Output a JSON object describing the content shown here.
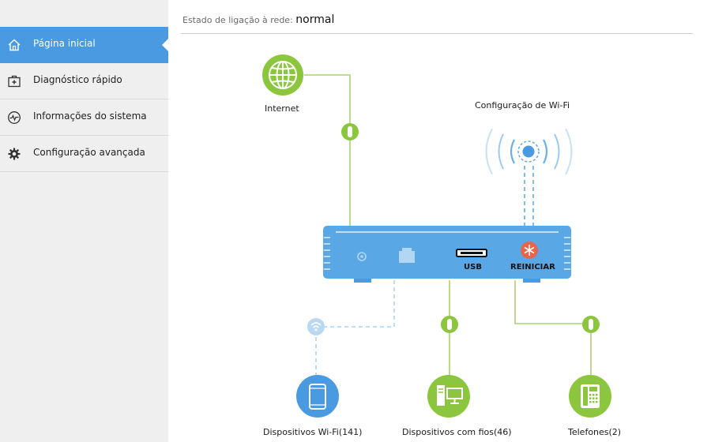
{
  "sidebar": {
    "items": [
      {
        "label": "Página inicial",
        "icon": "home-icon",
        "active": true
      },
      {
        "label": "Diagnóstico rápido",
        "icon": "first-aid-icon",
        "active": false
      },
      {
        "label": "Informações do sistema",
        "icon": "pulse-icon",
        "active": false
      },
      {
        "label": "Configuração avançada",
        "icon": "gear-icon",
        "active": false
      }
    ]
  },
  "status": {
    "label": "Estado de ligação à rede:",
    "value": "normal"
  },
  "diagram": {
    "internet_label": "Internet",
    "wifi_config_label": "Configuração de Wi-Fi",
    "usb_label": "USB",
    "restart_label": "REINICIAR",
    "wifi_devices_label": "Dispositivos Wi-Fi(141)",
    "wired_devices_label": "Dispositivos com fios(46)",
    "phones_label": "Telefones(2)"
  },
  "colors": {
    "accent_blue": "#4a9ae2",
    "green": "#8cc63f",
    "router_blue": "#5aa7e6",
    "restart_red": "#e8654c"
  }
}
